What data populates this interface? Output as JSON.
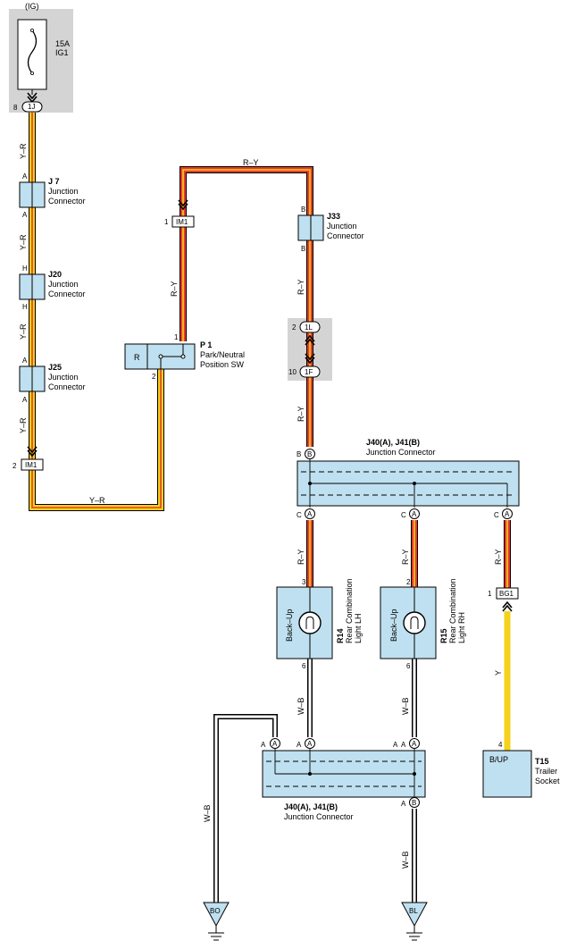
{
  "power": {
    "source": "(IG)",
    "fuse_amp": "15A",
    "fuse_name": "IG1",
    "connector": "1J",
    "pin": "8"
  },
  "wire_colors": {
    "yr": "Y–R",
    "ry": "R–Y",
    "wb": "W–B",
    "y": "Y",
    "hex_yellow": "#f4d21a",
    "hex_red": "#e53a2e",
    "hex_grey": "#d4d4d4",
    "hex_box": "#bfe0f0"
  },
  "junctions": [
    {
      "id": "J 7",
      "name_line1": "Junction",
      "name_line2": "Connector",
      "pin_top": "A",
      "pin_bottom": "A"
    },
    {
      "id": "J20",
      "name_line1": "Junction",
      "name_line2": "Connector",
      "pin_top": "H",
      "pin_bottom": "H"
    },
    {
      "id": "J25",
      "name_line1": "Junction",
      "name_line2": "Connector",
      "pin_top": "A",
      "pin_bottom": "A"
    },
    {
      "id": "J33",
      "name_line1": "Junction",
      "name_line2": "Connector",
      "pin_top": "B",
      "pin_bottom": "B"
    }
  ],
  "connectors": {
    "im1_left": {
      "id": "IM1",
      "pin": "2"
    },
    "im1_right": {
      "id": "IM1",
      "pin": "1"
    },
    "c1l": {
      "id": "1L",
      "pin": "2"
    },
    "c1f": {
      "id": "1F",
      "pin": "10"
    },
    "bg1": {
      "id": "BG1",
      "pin": "1"
    }
  },
  "switch": {
    "id": "P 1",
    "name_line1": "Park/Neutral",
    "name_line2": "Position SW",
    "position": "R",
    "pin_in": "2",
    "pin_out": "1"
  },
  "junction_block_top": {
    "title": "J40(A), J41(B)",
    "subtitle": "Junction Connector",
    "pins": [
      "B",
      "C",
      "C",
      "C"
    ],
    "letters": [
      "B",
      "A",
      "A",
      "A"
    ]
  },
  "lights": [
    {
      "id": "R14",
      "name_line1": "Rear Combination",
      "name_line2": "Light LH",
      "function": "Back–Up",
      "pin_top": "3",
      "pin_bottom": "6"
    },
    {
      "id": "R15",
      "name_line1": "Rear Combination",
      "name_line2": "Light RH",
      "function": "Back–Up",
      "pin_top": "2",
      "pin_bottom": "6"
    }
  ],
  "junction_block_bottom": {
    "title": "J40(A), J41(B)",
    "subtitle": "Junction Connector",
    "pins": [
      "A",
      "A",
      "A",
      "A"
    ],
    "letters": [
      "A",
      "A",
      "A",
      "A",
      "B"
    ]
  },
  "trailer": {
    "id": "T15",
    "name_line1": "Trailer",
    "name_line2": "Socket",
    "terminal": "B/UP",
    "pin": "4"
  },
  "grounds": [
    {
      "id": "BO"
    },
    {
      "id": "BL"
    }
  ]
}
